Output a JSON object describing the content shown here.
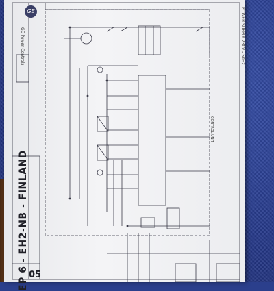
{
  "document": {
    "title": "EP 6 - EH2-NB - FINLAND",
    "sheet_number": "05",
    "power_supply_label": "POWER SUPPLY 230V - 50Hz",
    "control_unit_label": "CONTROL UNIT",
    "logo_text": "GE",
    "brand_text": "GE Power Controls"
  },
  "colors": {
    "cloth": "#2b3f8c",
    "paper": "#eeeff2",
    "ink": "#2a2a35"
  }
}
